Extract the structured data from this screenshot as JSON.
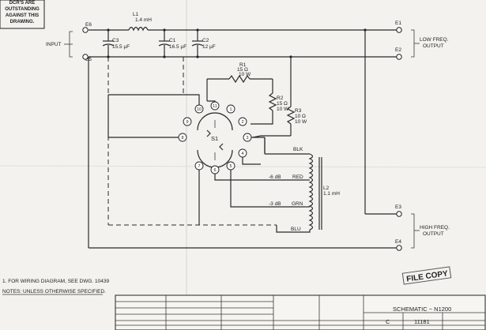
{
  "notice": {
    "lines": [
      "DCR'S ARE",
      "OUTSTANDING",
      "AGAINST THIS",
      "DRAWING."
    ]
  },
  "terminals": {
    "e1": "E1",
    "e2": "E2",
    "e3": "E3",
    "e4": "E4",
    "e5": "E5",
    "e6": "E6"
  },
  "labels": {
    "input": "INPUT",
    "low_freq": [
      "LOW FREQ.",
      "OUTPUT"
    ],
    "high_freq": [
      "HIGH FREQ.",
      "OUTPUT"
    ]
  },
  "components": {
    "l1": {
      "ref": "L1",
      "value": "1.4 mH"
    },
    "c3": {
      "ref": "C3",
      "value": "15.5 μF"
    },
    "c1": {
      "ref": "C1",
      "value": "16.5 μF"
    },
    "c2": {
      "ref": "C2",
      "value": "12 μF"
    },
    "r1": {
      "ref": "R1",
      "value": "15 Ω",
      "power": "10 W"
    },
    "r2": {
      "ref": "R2",
      "value": "15 Ω",
      "power": "10 W"
    },
    "r3": {
      "ref": "R3",
      "value": "10 Ω",
      "power": "10 W"
    },
    "l2": {
      "ref": "L2",
      "value": "1.1 mH"
    },
    "s1": {
      "ref": "S1"
    }
  },
  "switch_positions": [
    "1",
    "2",
    "3",
    "4",
    "5",
    "6",
    "7",
    "8",
    "9",
    "10",
    "11"
  ],
  "taps": {
    "blk": "BLK",
    "red": "RED",
    "grn": "GRN",
    "blu": "BLU",
    "db6": "-6 dB",
    "db3": "-3 dB"
  },
  "notes": {
    "note1": "1.  FOR WIRING DIAGRAM, SEE DWG. 10439",
    "note2": "NOTES: UNLESS OTHERWISE SPECIFIED."
  },
  "stamp": "FILE COPY",
  "title_block": {
    "title": "SCHEMATIC ~ N1200",
    "dwg_no": "11181",
    "rev": "C"
  }
}
